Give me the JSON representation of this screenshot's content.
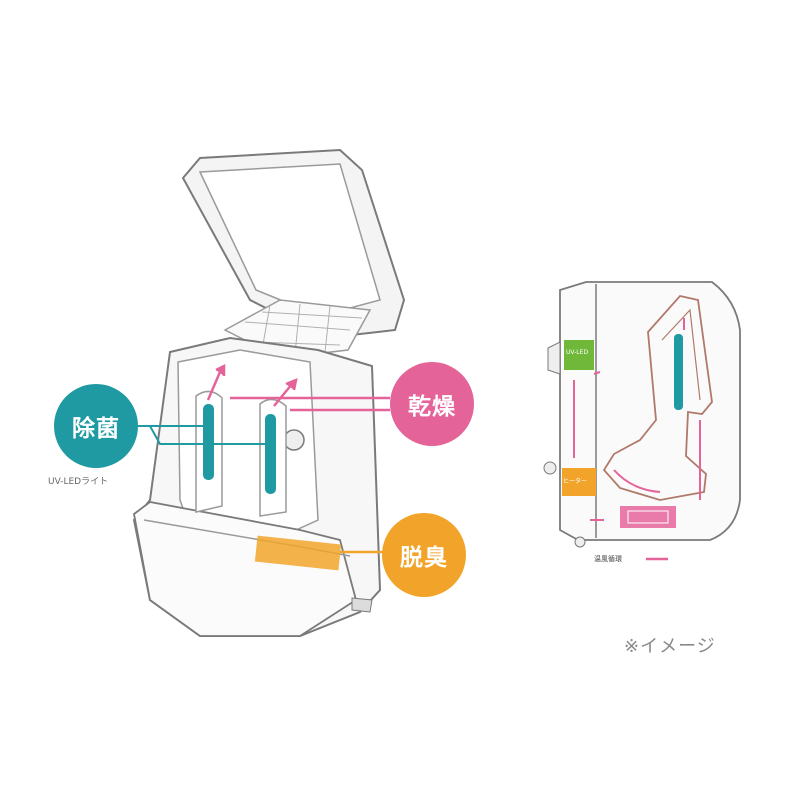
{
  "badges": {
    "sterilize": "除菌",
    "dry": "乾燥",
    "deodorize": "脱臭"
  },
  "captions": {
    "uv_led": "UV-LEDライト",
    "image_note": "※イメージ",
    "airflow_legend": "温風循環"
  },
  "side_view": {
    "uv_panel_label": "UV-LED",
    "heater_label": "ヒーター"
  },
  "colors": {
    "sterilize": "#1f9aa3",
    "dry": "#e4649a",
    "deodorize": "#f2a42a",
    "uv_panel": "#6fb83a",
    "outline": "#7a7a7a"
  }
}
